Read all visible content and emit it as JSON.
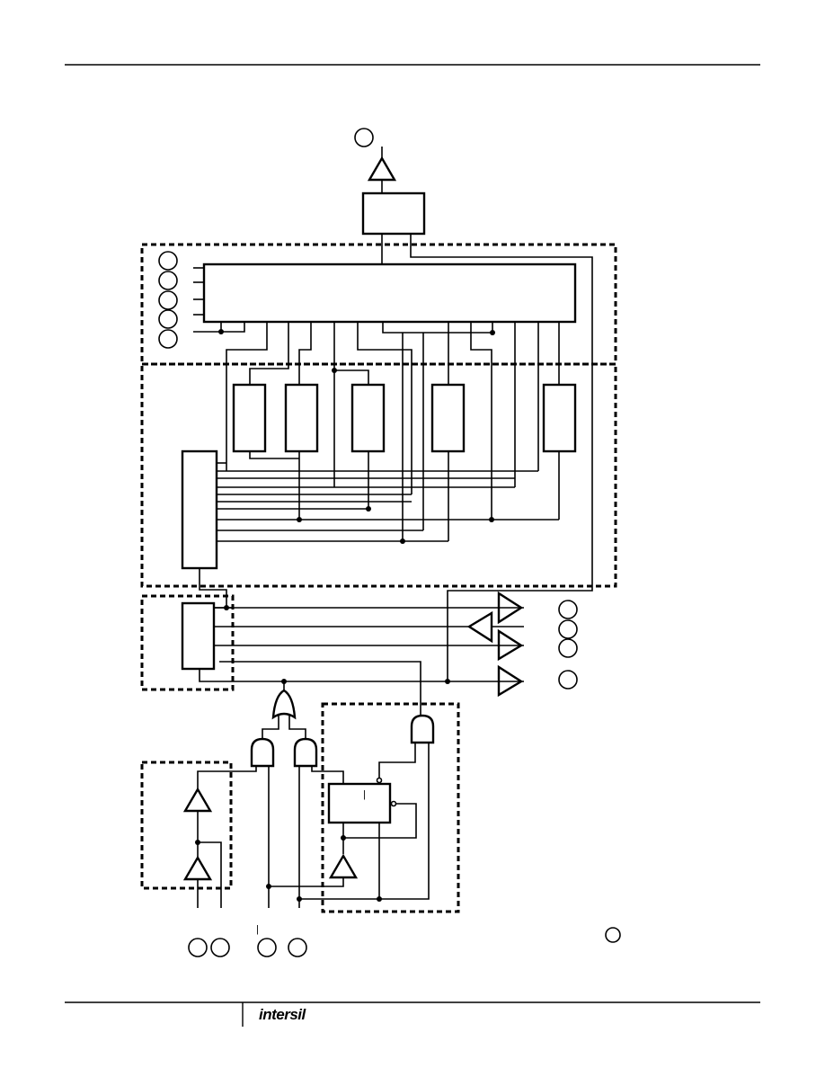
{
  "footer": {
    "logo_text": "intersil"
  },
  "labels": {
    "tick_bottom": "|",
    "tick_register": "|"
  },
  "colors": {
    "ink": "#000000",
    "paper": "#ffffff"
  },
  "icons": {
    "bubble": "circle",
    "buffer": "triangle",
    "and_gate": "and-gate",
    "or_gate": "or-gate"
  }
}
